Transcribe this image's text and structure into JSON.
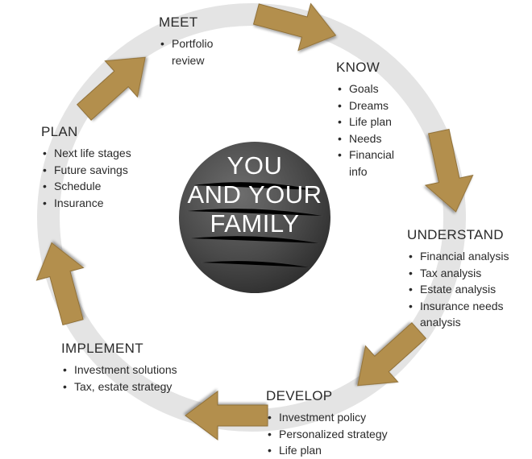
{
  "center": {
    "lines": [
      "YOU",
      "AND YOUR",
      "FAMILY"
    ]
  },
  "colors": {
    "ring": "#e4e4e4",
    "arrow": "#b38f4d",
    "arrow_edge": "#8f7038",
    "center_dark": "#3a3a3a",
    "center_light": "#6e6e6e"
  },
  "stages": {
    "meet": {
      "title": "MEET",
      "items": [
        "Portfolio review"
      ]
    },
    "know": {
      "title": "KNOW",
      "items": [
        "Goals",
        "Dreams",
        "Life plan",
        "Needs",
        "Financial info"
      ]
    },
    "understand": {
      "title": "UNDERSTAND",
      "items": [
        "Financial analysis",
        "Tax analysis",
        "Estate analysis",
        "Insurance needs analysis"
      ]
    },
    "develop": {
      "title": "DEVELOP",
      "items": [
        "Investment policy",
        "Personalized strategy",
        "Life plan"
      ]
    },
    "implement": {
      "title": "IMPLEMENT",
      "items": [
        "Investment solutions",
        "Tax, estate strategy"
      ]
    },
    "plan": {
      "title": "PLAN",
      "items": [
        "Next life stages",
        "Future savings",
        "Schedule",
        "Insurance"
      ]
    }
  }
}
